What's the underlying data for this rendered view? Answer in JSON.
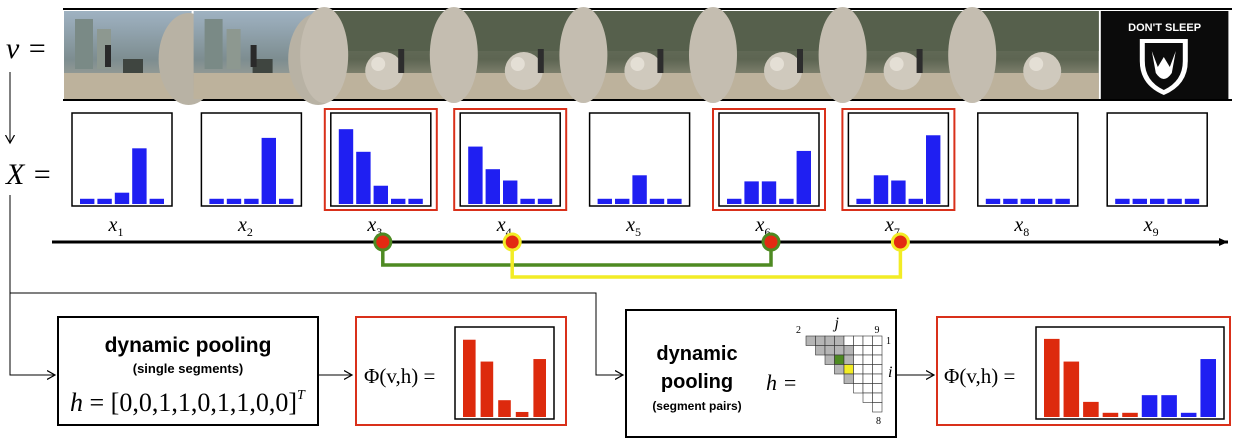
{
  "labels": {
    "v": "v",
    "eq": "=",
    "X": "X"
  },
  "frames": [
    {
      "scene": "skater-left"
    },
    {
      "scene": "skater-mid"
    },
    {
      "scene": "ball-jump"
    },
    {
      "scene": "ball-reach"
    },
    {
      "scene": "ball-side"
    },
    {
      "scene": "ball-push"
    },
    {
      "scene": "ball-over"
    },
    {
      "scene": "ball-empty"
    },
    {
      "scene": "logo",
      "logo_text": "DON'T SLEEP"
    }
  ],
  "features": [
    {
      "label_base": "x",
      "label_sub": "1",
      "highlight": false,
      "bars": [
        0.06,
        0.06,
        0.13,
        0.64,
        0.06
      ]
    },
    {
      "label_base": "x",
      "label_sub": "2",
      "highlight": false,
      "bars": [
        0.06,
        0.06,
        0.06,
        0.76,
        0.06
      ]
    },
    {
      "label_base": "x",
      "label_sub": "3",
      "highlight": true,
      "bars": [
        0.86,
        0.6,
        0.21,
        0.06,
        0.06
      ]
    },
    {
      "label_base": "x",
      "label_sub": "4",
      "highlight": true,
      "bars": [
        0.66,
        0.4,
        0.27,
        0.06,
        0.06
      ]
    },
    {
      "label_base": "x",
      "label_sub": "5",
      "highlight": false,
      "bars": [
        0.06,
        0.06,
        0.33,
        0.06,
        0.06
      ]
    },
    {
      "label_base": "x",
      "label_sub": "6",
      "highlight": true,
      "bars": [
        0.06,
        0.26,
        0.26,
        0.06,
        0.61
      ]
    },
    {
      "label_base": "x",
      "label_sub": "7",
      "highlight": true,
      "bars": [
        0.06,
        0.33,
        0.27,
        0.06,
        0.79
      ]
    },
    {
      "label_base": "x",
      "label_sub": "8",
      "highlight": false,
      "bars": [
        0.06,
        0.06,
        0.06,
        0.06,
        0.06
      ]
    },
    {
      "label_base": "x",
      "label_sub": "9",
      "highlight": false,
      "bars": [
        0.06,
        0.06,
        0.06,
        0.06,
        0.06
      ]
    }
  ],
  "timeline": {
    "points": [
      {
        "index": 3,
        "ring": "green"
      },
      {
        "index": 4,
        "ring": "yellow"
      },
      {
        "index": 6,
        "ring": "green"
      },
      {
        "index": 7,
        "ring": "yellow"
      }
    ],
    "links": [
      {
        "from": 3,
        "to": 6,
        "color": "green"
      },
      {
        "from": 4,
        "to": 7,
        "color": "yellow"
      }
    ]
  },
  "colors": {
    "blue": "#1f1ff2",
    "red": "#dd2a0d",
    "frame_red": "#d9301a",
    "green": "#4e8a22",
    "yellow": "#f2ec25",
    "dot": "#e32a12",
    "cell_gray": "#b5b5b5"
  },
  "single": {
    "title": "dynamic pooling",
    "subtitle": "(single segments)",
    "h_lhs": "h",
    "h_rhs": "[0,0,1,1,0,1,1,0,0]",
    "h_sup": "T",
    "phi": "Φ(v,h) =",
    "bars": [
      {
        "color": "red",
        "value": 0.92
      },
      {
        "color": "red",
        "value": 0.66
      },
      {
        "color": "red",
        "value": 0.2
      },
      {
        "color": "red",
        "value": 0.06
      },
      {
        "color": "red",
        "value": 0.69
      }
    ]
  },
  "pairs": {
    "title_line1": "dynamic",
    "title_line2": "pooling",
    "subtitle": "(segment pairs)",
    "h_label": "h =",
    "matrix": {
      "j": "j",
      "i": "i",
      "top_left": "2",
      "top_right": "9",
      "right_top": "1",
      "right_bottom": "8",
      "size": 8,
      "gray_cells": [
        [
          0,
          0
        ],
        [
          0,
          1
        ],
        [
          0,
          2
        ],
        [
          0,
          3
        ],
        [
          1,
          1
        ],
        [
          1,
          2
        ],
        [
          1,
          3
        ],
        [
          1,
          4
        ],
        [
          2,
          2
        ],
        [
          2,
          3
        ],
        [
          2,
          4
        ],
        [
          3,
          3
        ],
        [
          3,
          4
        ],
        [
          4,
          4
        ]
      ],
      "green_cell": [
        2,
        3
      ],
      "yellow_cell": [
        3,
        4
      ]
    },
    "phi": "Φ(v,h) =",
    "bars": [
      {
        "color": "red",
        "value": 0.93
      },
      {
        "color": "red",
        "value": 0.66
      },
      {
        "color": "red",
        "value": 0.18
      },
      {
        "color": "red",
        "value": 0.05
      },
      {
        "color": "red",
        "value": 0.05
      },
      {
        "color": "blue",
        "value": 0.26
      },
      {
        "color": "blue",
        "value": 0.26
      },
      {
        "color": "blue",
        "value": 0.05
      },
      {
        "color": "blue",
        "value": 0.69
      }
    ]
  }
}
